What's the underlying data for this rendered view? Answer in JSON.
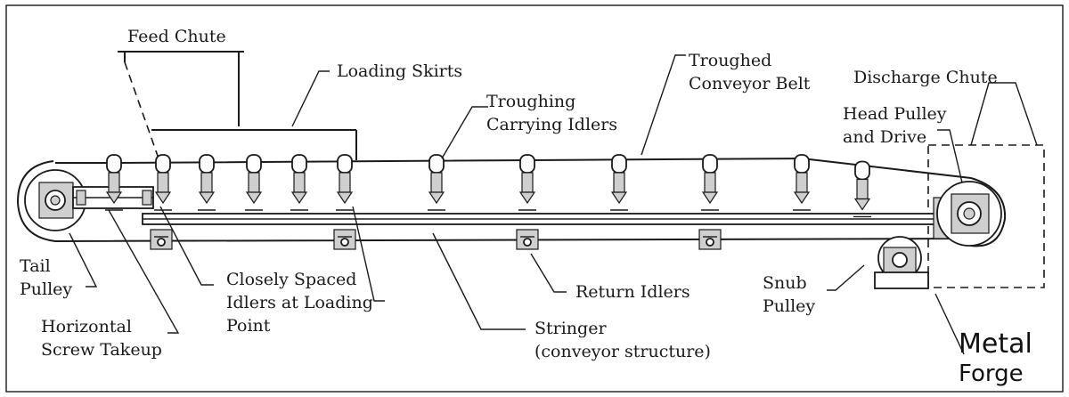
{
  "labels": {
    "feed_chute": "Feed Chute",
    "loading_skirts": "Loading Skirts",
    "troughing_1": "Troughing",
    "troughing_2": "Carrying Idlers",
    "troughed_1": "Troughed",
    "troughed_2": "Conveyor Belt",
    "discharge_chute": "Discharge Chute",
    "head_1": "Head Pulley",
    "head_2": "and Drive",
    "tail_1": "Tail",
    "tail_2": "Pulley",
    "closely_1": "Closely Spaced",
    "closely_2": "Idlers at Loading",
    "closely_3": "Point",
    "return_idlers": "Return Idlers",
    "snub_1": "Snub",
    "snub_2": "Pulley",
    "horizontal_1": "Horizontal",
    "horizontal_2": "Screw Takeup",
    "stringer_1": "Stringer",
    "stringer_2": "(conveyor structure)"
  },
  "logo": {
    "line1": "Metal",
    "line2": "Forge"
  }
}
